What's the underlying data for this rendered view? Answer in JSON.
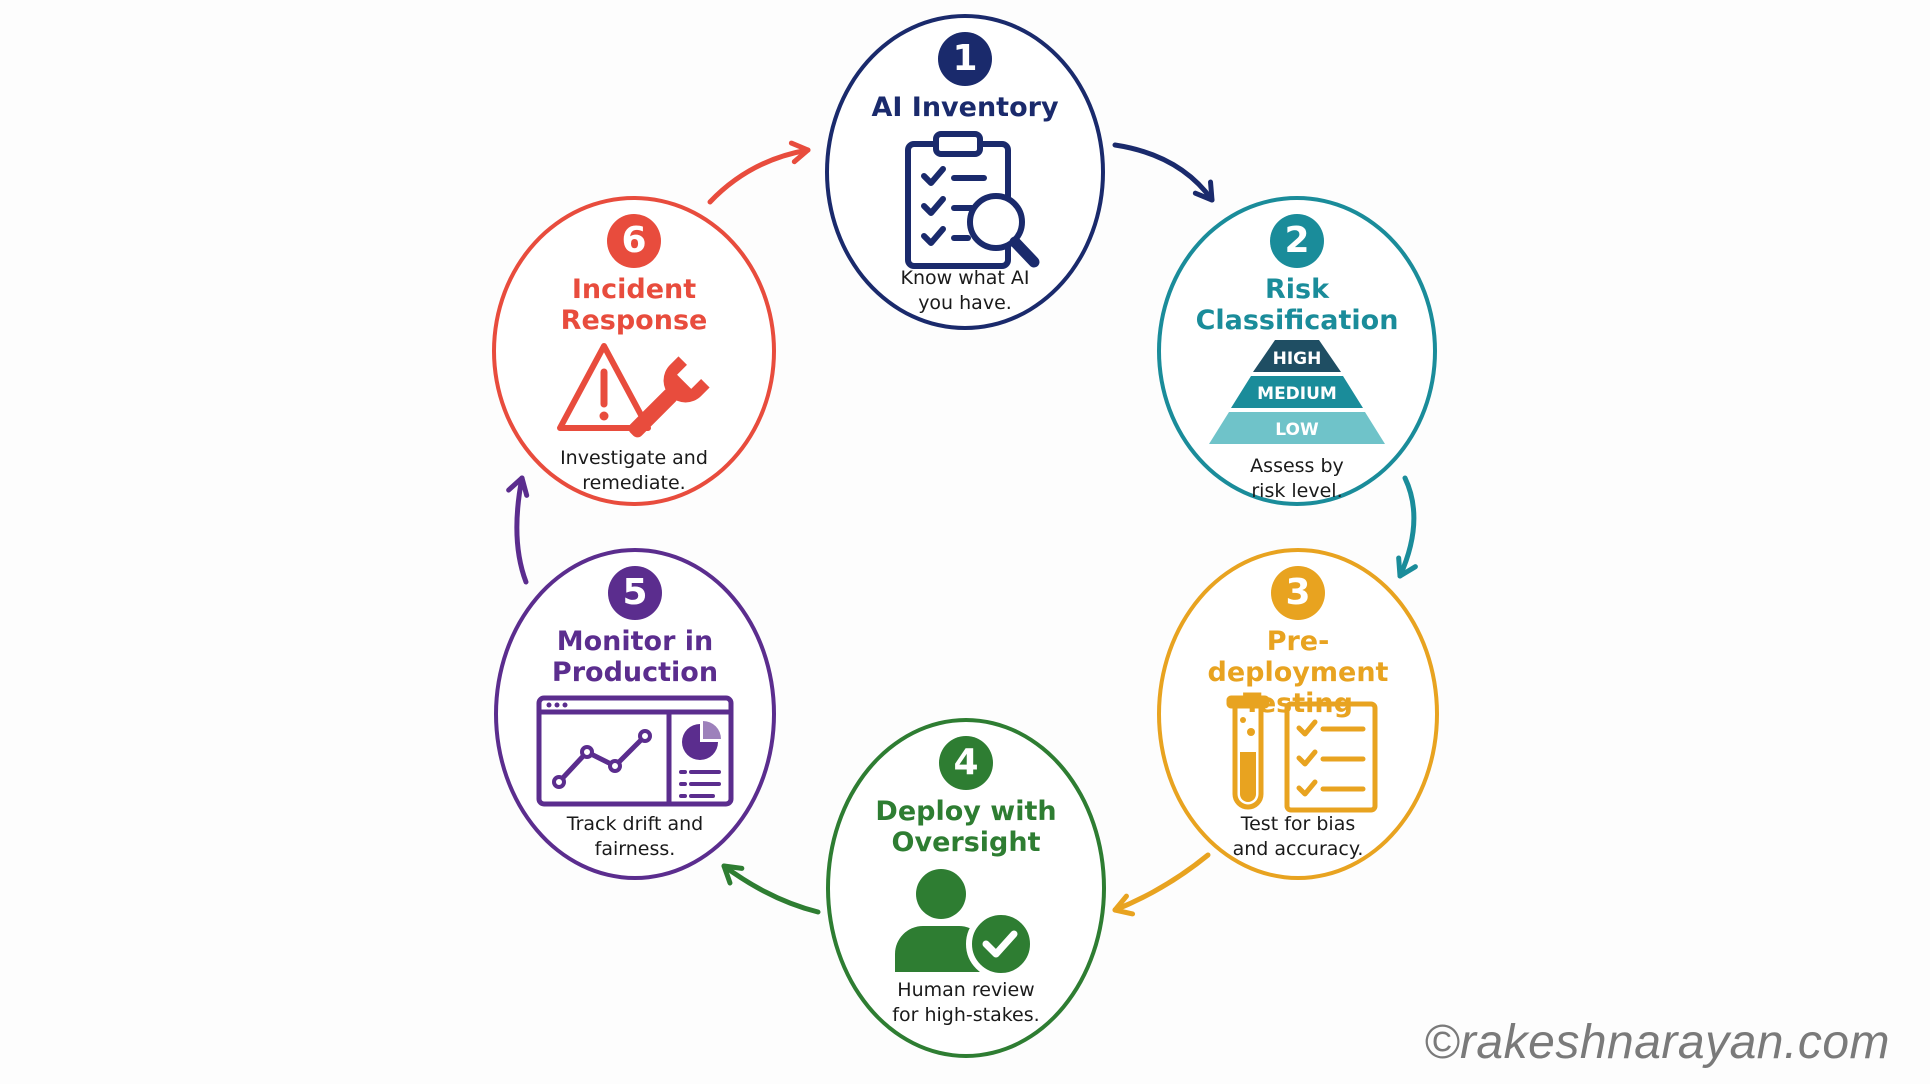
{
  "colors": {
    "step1": "#1a2a6c",
    "step2": "#1a8c9a",
    "step3": "#e8a320",
    "step4": "#2e7d32",
    "step5": "#5b2d8e",
    "step6": "#e84c3d",
    "risk_high": "#1f4e63",
    "risk_medium": "#1a8c9a",
    "risk_low": "#6fc3c9"
  },
  "steps": [
    {
      "number": "1",
      "title": "AI Inventory",
      "description": "Know what AI\nyou have.",
      "icon": "clipboard-search-icon"
    },
    {
      "number": "2",
      "title": "Risk\nClassification",
      "description": "Assess by\nrisk level.",
      "icon": "risk-pyramid-icon",
      "levels": [
        "HIGH",
        "MEDIUM",
        "LOW"
      ]
    },
    {
      "number": "3",
      "title": "Pre-deployment\nTesting",
      "description": "Test for bias\nand accuracy.",
      "icon": "test-tube-checklist-icon"
    },
    {
      "number": "4",
      "title": "Deploy with\nOversight",
      "description": "Human review\nfor high-stakes.",
      "icon": "person-check-icon"
    },
    {
      "number": "5",
      "title": "Monitor in\nProduction",
      "description": "Track drift and\nfairness.",
      "icon": "dashboard-chart-icon"
    },
    {
      "number": "6",
      "title": "Incident\nResponse",
      "description": "Investigate and\nremediate.",
      "icon": "warning-wrench-icon"
    }
  ],
  "watermark": "©rakeshnarayan.com"
}
